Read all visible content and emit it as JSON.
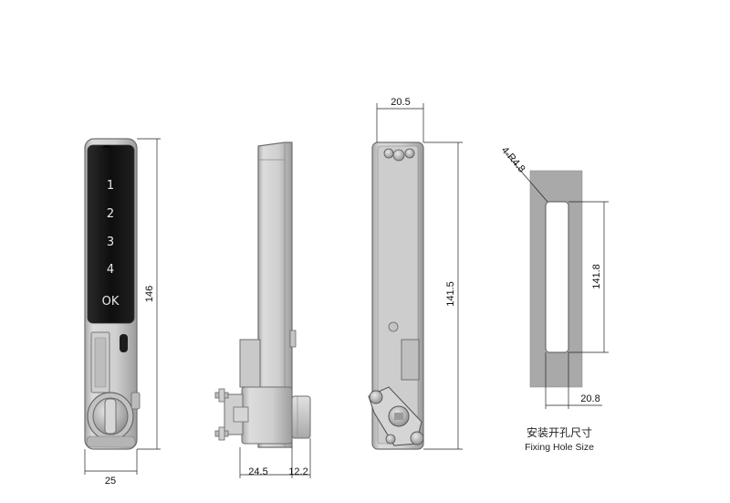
{
  "keypad": {
    "keys": [
      "1",
      "2",
      "3",
      "4",
      "OK"
    ]
  },
  "front_view": {
    "width_label": "25",
    "height_label": "146"
  },
  "side_view": {
    "depth_label_a": "24.5",
    "depth_label_b": "12.2"
  },
  "back_view": {
    "width_label": "20.5",
    "height_label": "141.5"
  },
  "hole_view": {
    "radius_label": "4-R4.8",
    "height_label": "141.8",
    "width_label": "20.8",
    "caption_cn": "安装开孔尺寸",
    "caption_en": "Fixing Hole Size"
  },
  "colors": {
    "metal": "#c9c9c9",
    "metal_edge": "#6f6f6f",
    "keypad_glass": "#161616",
    "panel_gray": "#a9a9a9"
  }
}
